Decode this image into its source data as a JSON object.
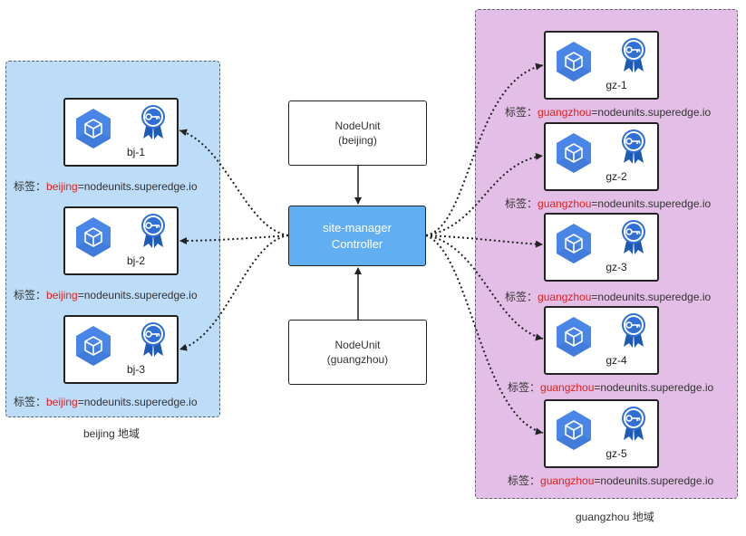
{
  "regions": {
    "beijing": {
      "label": "beijing 地域"
    },
    "guangzhou": {
      "label": "guangzhou 地域"
    }
  },
  "controller": {
    "line1": "site-manager",
    "line2": "Controller"
  },
  "nodeunits": [
    {
      "line1": "NodeUnit",
      "line2": "(beijing)"
    },
    {
      "line1": "NodeUnit",
      "line2": "(guangzhou)"
    }
  ],
  "label_prefix": "标签：",
  "label_suffix": "=nodeunits.superedge.io",
  "beijing_nodes": [
    {
      "name": "bj-1",
      "key": "beijing"
    },
    {
      "name": "bj-2",
      "key": "beijing"
    },
    {
      "name": "bj-3",
      "key": "beijing"
    }
  ],
  "guangzhou_nodes": [
    {
      "name": "gz-1",
      "key": "guangzhou"
    },
    {
      "name": "gz-2",
      "key": "guangzhou"
    },
    {
      "name": "gz-3",
      "key": "guangzhou"
    },
    {
      "name": "gz-4",
      "key": "guangzhou"
    },
    {
      "name": "gz-5",
      "key": "guangzhou"
    }
  ],
  "colors": {
    "controller": "#62aef3",
    "beijing_region": "#bcdcf7",
    "guangzhou_region": "#e3bfe7",
    "label_key": "#e01f1f",
    "hex_icon": "#4a86e8"
  }
}
